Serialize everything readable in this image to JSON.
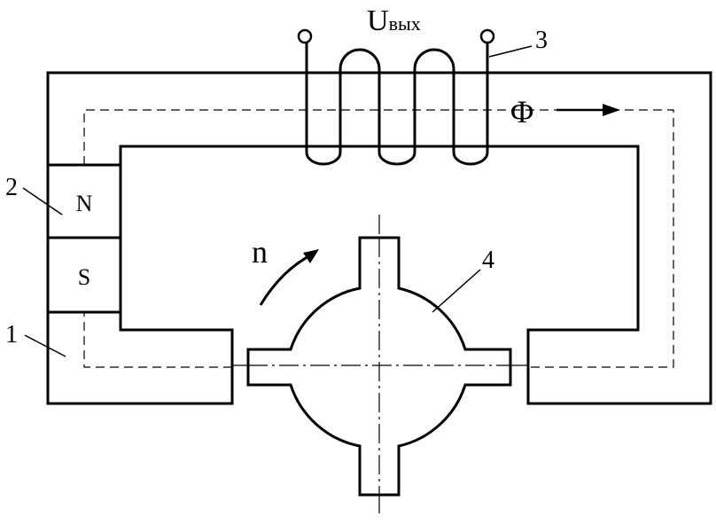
{
  "labels": {
    "output_voltage_main": "U",
    "output_voltage_sub": "вых",
    "flux": "Φ",
    "speed": "n",
    "pole_north": "N",
    "pole_south": "S",
    "callout_1": "1",
    "callout_2": "2",
    "callout_3": "3",
    "callout_4": "4"
  },
  "colors": {
    "stroke": "#000000",
    "background": "#ffffff"
  }
}
